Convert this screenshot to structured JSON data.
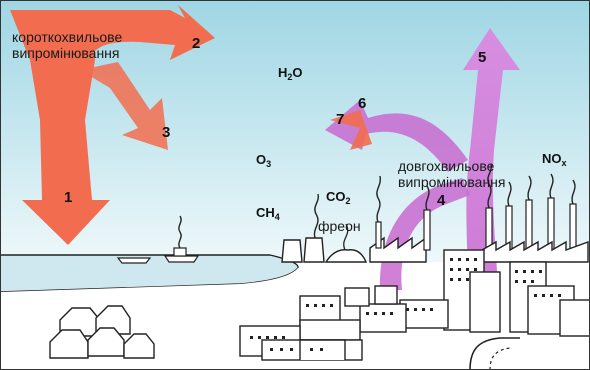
{
  "labels": {
    "shortwave": "короткохвильове випромінювання",
    "longwave": "довгохвильове випромінювання",
    "freon": "фреон"
  },
  "numbers": {
    "n1": "1",
    "n2": "2",
    "n3": "3",
    "n4": "4",
    "n5": "5",
    "n6": "6",
    "n7": "7"
  },
  "chemicals": {
    "h2o": {
      "base": "H",
      "sub": "2",
      "tail": "O"
    },
    "o3": {
      "base": "O",
      "sub": "3"
    },
    "co2": {
      "base": "CO",
      "sub": "2"
    },
    "ch4": {
      "base": "CH",
      "sub": "4"
    },
    "nox": {
      "base": "NO",
      "sub": "x"
    }
  },
  "colors": {
    "sky_top": "#9fd6e4",
    "sky_bottom": "#eef8fa",
    "sea": "#cfe8ef",
    "shortwave_arrow": "#f26d4f",
    "longwave_arrow": "#c86ad0"
  }
}
